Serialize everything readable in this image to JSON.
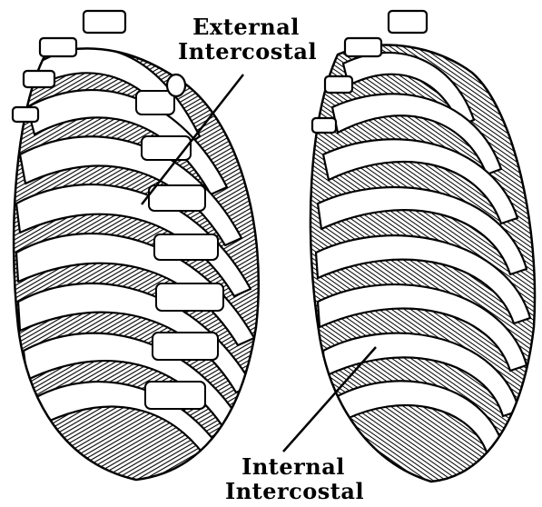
{
  "labels": {
    "external": {
      "line1": "External",
      "line2": "Intercostal"
    },
    "internal": {
      "line1": "Internal",
      "line2": "Intercostal"
    }
  },
  "colors": {
    "ink": "#000000",
    "bone": "#ffffff",
    "background": "#ffffff"
  },
  "figures": [
    "external-intercostal-rib-cage",
    "internal-intercostal-rib-cage"
  ]
}
